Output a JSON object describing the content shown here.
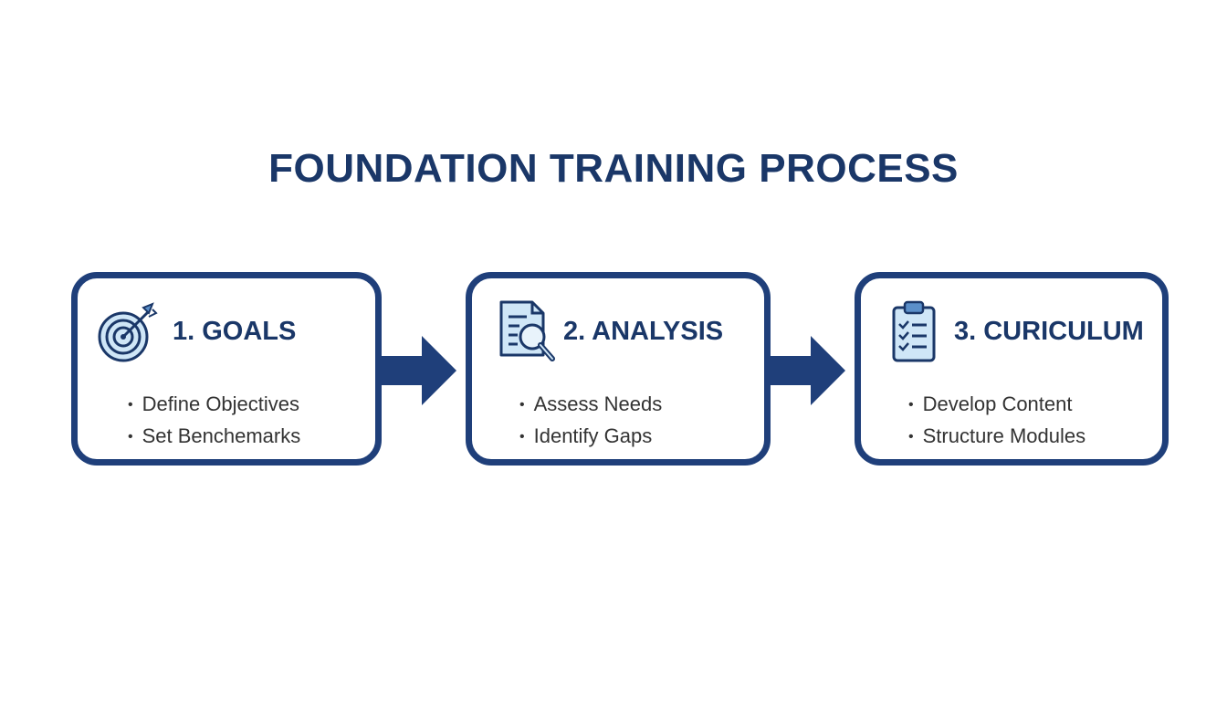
{
  "title": "FOUNDATION TRAINING PROCESS",
  "colors": {
    "primary": "#1f3f7a",
    "title": "#1a3768",
    "icon_fill": "#cfe6f7",
    "text": "#333333"
  },
  "steps": [
    {
      "label": "1. GOALS",
      "icon": "target-icon",
      "bullets": [
        "Define Objectives",
        "Set Benchemarks"
      ]
    },
    {
      "label": "2. ANALYSIS",
      "icon": "document-search-icon",
      "bullets": [
        "Assess Needs",
        "Identify Gaps"
      ]
    },
    {
      "label": "3. CURICULUM",
      "icon": "clipboard-checklist-icon",
      "bullets": [
        "Develop Content",
        "Structure Modules"
      ]
    }
  ]
}
